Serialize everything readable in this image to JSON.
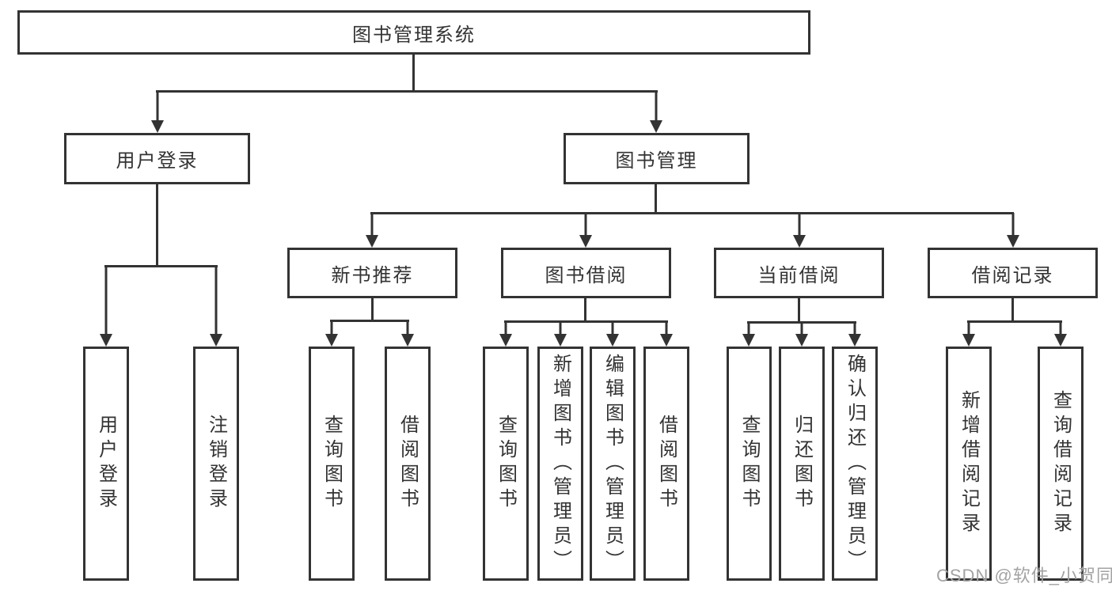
{
  "diagram": {
    "root": {
      "label": "图书管理系统"
    },
    "level2": [
      {
        "label": "用户登录"
      },
      {
        "label": "图书管理"
      }
    ],
    "level3": [
      {
        "label": "新书推荐",
        "parent": "图书管理"
      },
      {
        "label": "图书借阅",
        "parent": "图书管理"
      },
      {
        "label": "当前借阅",
        "parent": "图书管理"
      },
      {
        "label": "借阅记录",
        "parent": "图书管理"
      }
    ],
    "leaves": [
      {
        "label": "用户登录",
        "parent": "用户登录"
      },
      {
        "label": "注销登录",
        "parent": "用户登录"
      },
      {
        "label": "查询图书",
        "parent": "新书推荐"
      },
      {
        "label": "借阅图书",
        "parent": "新书推荐"
      },
      {
        "label": "查询图书",
        "parent": "图书借阅"
      },
      {
        "label": "新增图书（管理员）",
        "parent": "图书借阅"
      },
      {
        "label": "编辑图书（管理员）",
        "parent": "图书借阅"
      },
      {
        "label": "借阅图书",
        "parent": "图书借阅"
      },
      {
        "label": "查询图书",
        "parent": "当前借阅"
      },
      {
        "label": "归还图书",
        "parent": "当前借阅"
      },
      {
        "label": "确认归还（管理员）",
        "parent": "当前借阅"
      },
      {
        "label": "新增借阅记录",
        "parent": "借阅记录"
      },
      {
        "label": "查询借阅记录",
        "parent": "借阅记录"
      }
    ]
  },
  "watermark": "CSDN @软件_小贺同学",
  "colors": {
    "line": "#333333",
    "text": "#333333",
    "background": "#ffffff",
    "watermark": "#a3a3a3"
  }
}
